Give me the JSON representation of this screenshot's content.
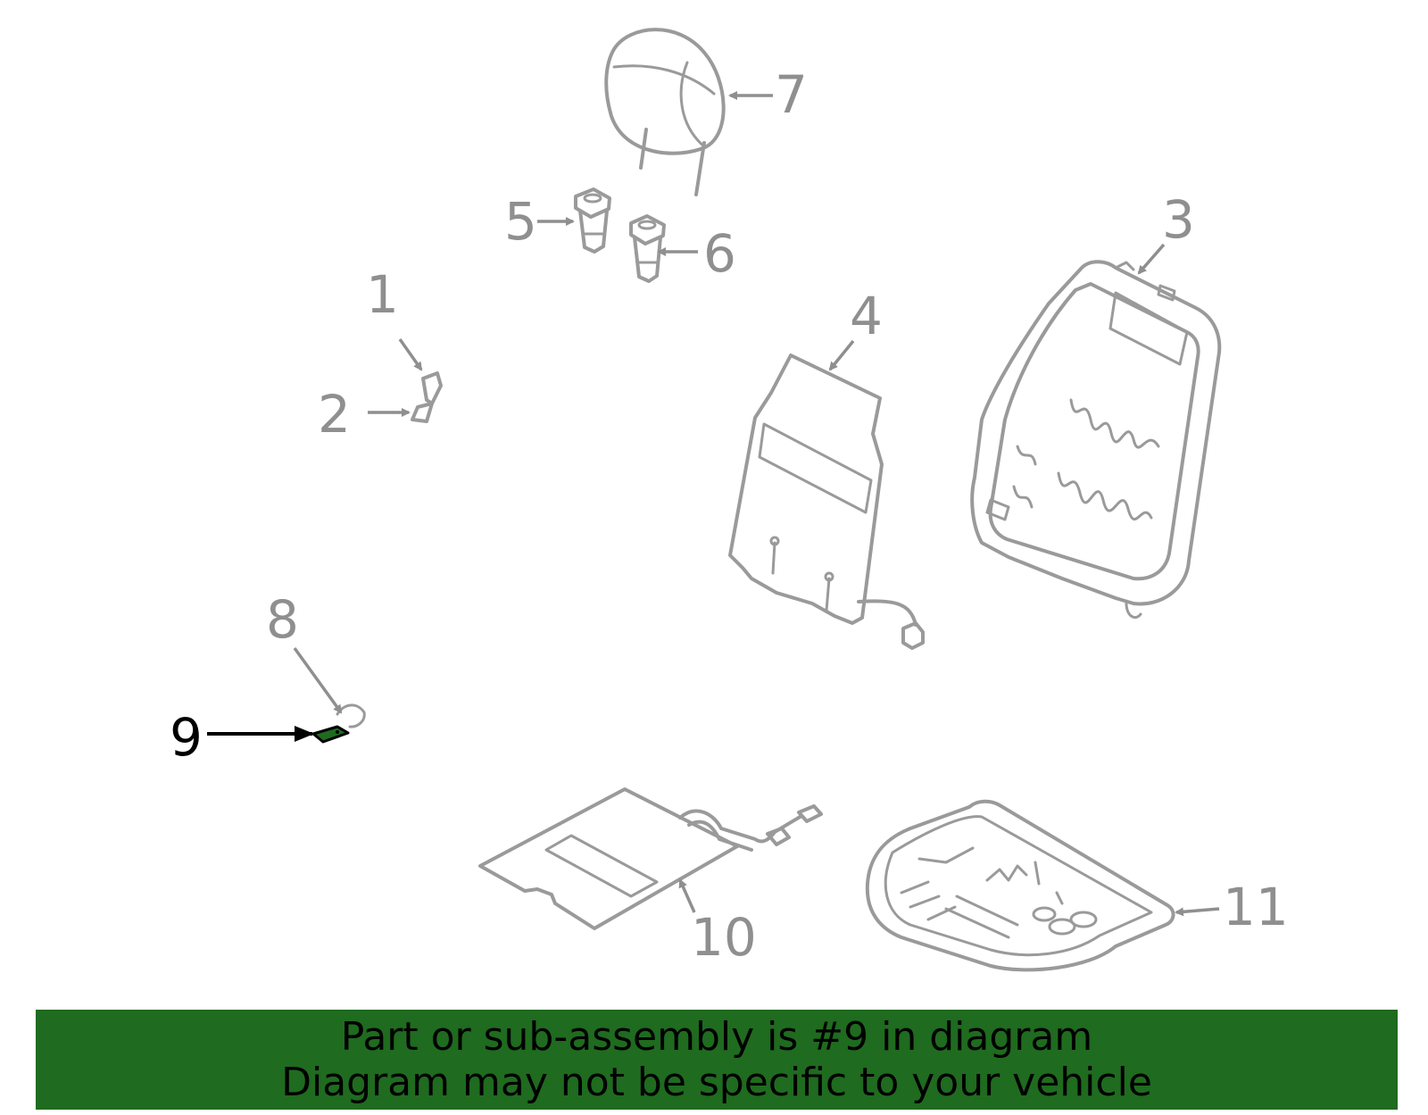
{
  "diagram": {
    "callouts": [
      {
        "id": "1",
        "label": "1"
      },
      {
        "id": "2",
        "label": "2"
      },
      {
        "id": "3",
        "label": "3"
      },
      {
        "id": "4",
        "label": "4"
      },
      {
        "id": "5",
        "label": "5"
      },
      {
        "id": "6",
        "label": "6"
      },
      {
        "id": "7",
        "label": "7"
      },
      {
        "id": "8",
        "label": "8"
      },
      {
        "id": "9",
        "label": "9"
      },
      {
        "id": "10",
        "label": "10"
      },
      {
        "id": "11",
        "label": "11"
      }
    ],
    "highlighted_part": "9",
    "highlight_color": "#1f6b1f",
    "part_color": "#9a9a9a"
  },
  "banner": {
    "line1": "Part or sub-assembly is #9 in diagram",
    "line2": "Diagram may not be specific to your vehicle",
    "background": "#1f6b1f"
  }
}
